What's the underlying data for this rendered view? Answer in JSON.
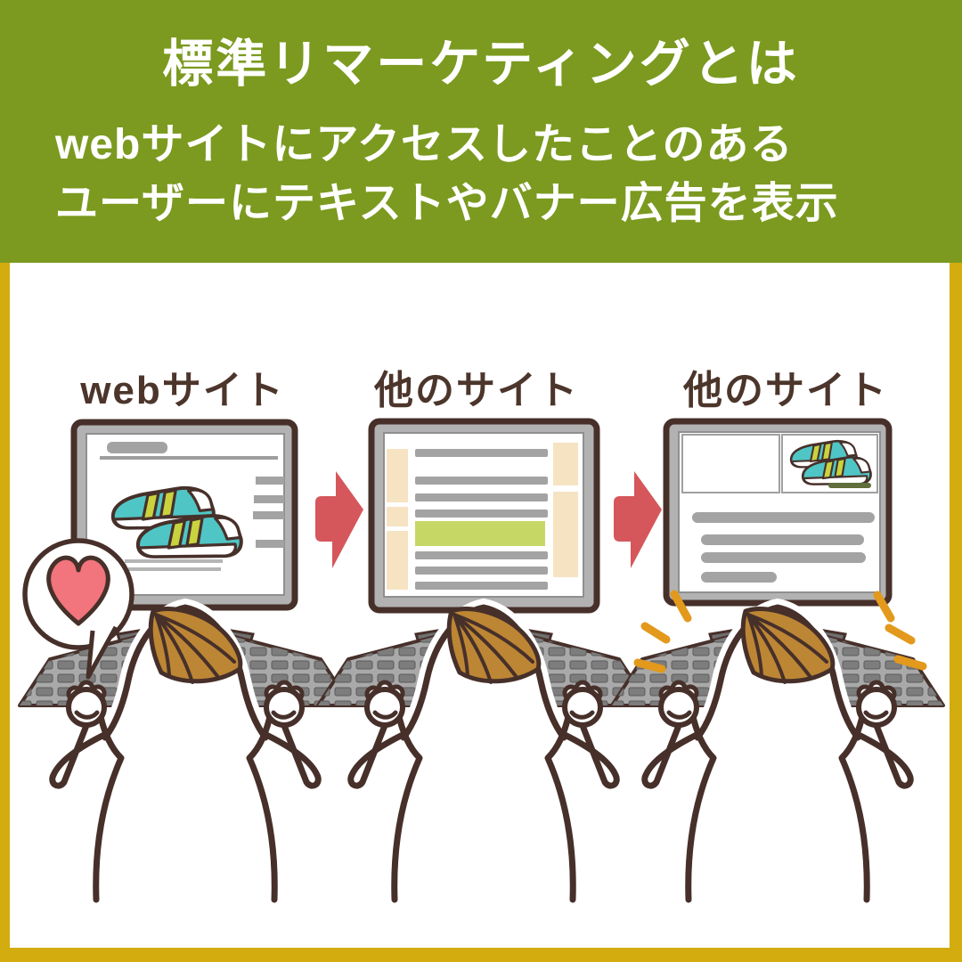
{
  "header": {
    "title": "標準リマーケティングとは",
    "line1": "webサイトにアクセスしたことのある",
    "line2": "ユーザーにテキストやバナー広告を表示"
  },
  "panels": [
    {
      "label": "webサイト",
      "screen_content": "product page with teal sneakers"
    },
    {
      "label": "他のサイト",
      "screen_content": "article page with highlighted ad slot"
    },
    {
      "label": "他のサイト",
      "screen_content": "page showing retargeted sneaker banner ad"
    }
  ],
  "icons": {
    "arrow_1": "arrow-right-icon",
    "arrow_2": "arrow-right-icon",
    "heart": "heart-icon",
    "sparkles": "sparkle-lines-icon"
  },
  "colors": {
    "header_green": "#7b9a1f",
    "frame_gold": "#d3ac10",
    "label_brown": "#4c352b",
    "outline_brown": "#47302a",
    "bezel_gray": "#b2b2b2",
    "line_gray": "#a3a3a3",
    "line_gray_light": "#b5b5b5",
    "cream": "#f6e3c2",
    "banner_green": "#c7d766",
    "shoe_teal": "#4fc6c5",
    "shoe_strap": "#c9d23f",
    "hair_brown": "#bd8634",
    "heart_pink": "#f2747c",
    "arrow_red": "#d5575b",
    "sparkle_orange": "#e2991c",
    "keyboard_gray": "#a9a9a9",
    "key_gray": "#7d7d7d",
    "stand_gray": "#9c9c9c",
    "olive_underline": "#5f6e3a"
  }
}
